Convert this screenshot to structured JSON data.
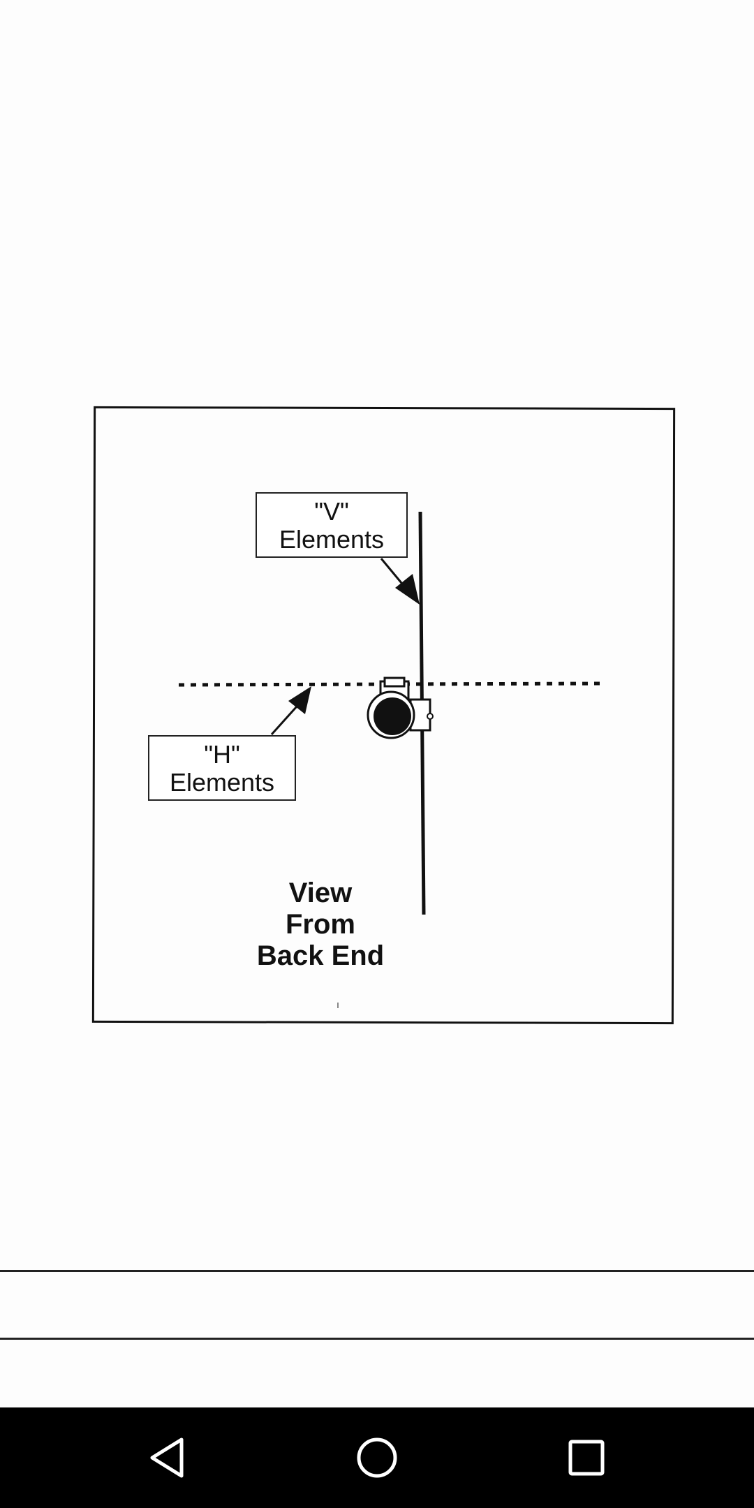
{
  "diagram": {
    "v_label": {
      "line1": "\"V\"",
      "line2": "Elements"
    },
    "h_label": {
      "line1": "\"H\"",
      "line2": "Elements"
    },
    "caption": {
      "line1": "View",
      "line2": "From",
      "line3": "Back End"
    }
  },
  "navigation": {
    "back_icon": "triangle-back-icon",
    "home_icon": "circle-home-icon",
    "recents_icon": "square-recents-icon",
    "bar_color": "#000000",
    "icon_color": "#ffffff"
  }
}
